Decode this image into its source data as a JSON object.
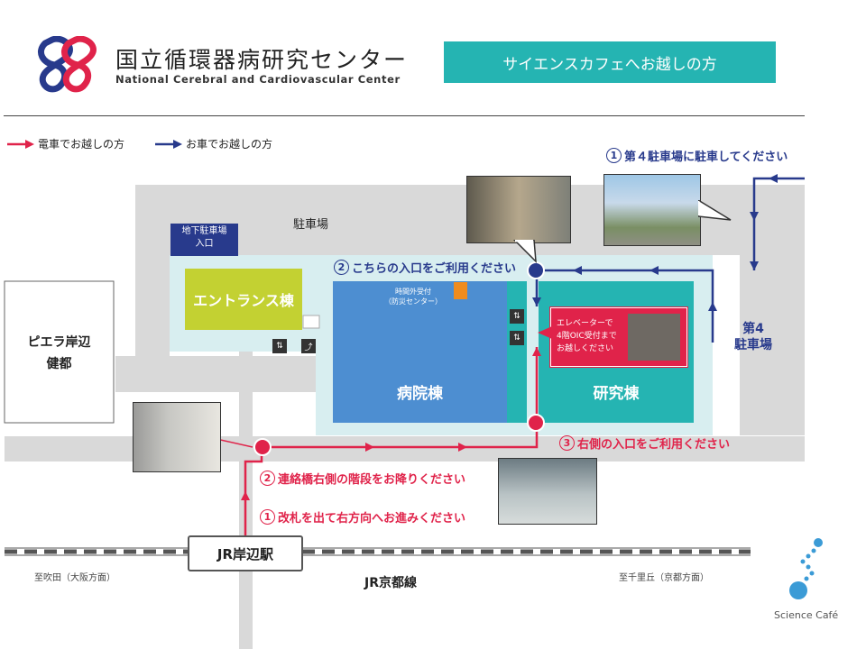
{
  "logo": {
    "name_ja": "国立循環器病研究センター",
    "name_en": "National Cerebral and Cardiovascular Center"
  },
  "banner": "サイエンスカフェへお越しの方",
  "legend": {
    "train": "電車でお越しの方",
    "car": "お車でお越しの方"
  },
  "places": {
    "parking_top": "駐車場",
    "underground_parking": "地下駐車場\n入口",
    "entrance_building": "エントランス棟",
    "piera": "ピエラ岸辺\n健都",
    "hospital": "病院棟",
    "research": "研究棟",
    "after_hours": "時間外受付\n（防災センター）",
    "parking4": "第4\n駐車場",
    "station": "JR岸辺駅",
    "line": "JR京都線",
    "dir_left": "至吹田（大阪方面）",
    "dir_right": "至千里丘（京都方面）"
  },
  "steps_train": [
    {
      "num": "1",
      "text": "改札を出て右方向へお進みください"
    },
    {
      "num": "2",
      "text": "連絡橋右側の階段をお降りください"
    },
    {
      "num": "3",
      "text": "右側の入口をご利用ください"
    }
  ],
  "steps_car": [
    {
      "num": "1",
      "text": "第４駐車場に駐車してください"
    },
    {
      "num": "2",
      "text": "こちらの入口をご利用ください"
    }
  ],
  "elevator_note": "エレベーターで\n4階OIC受付まで\nお越しください",
  "science_cafe": "Science Café",
  "colors": {
    "red": "#e0234a",
    "navy": "#283a8c",
    "teal": "#25b4b2",
    "road": "#d9d9d9"
  }
}
